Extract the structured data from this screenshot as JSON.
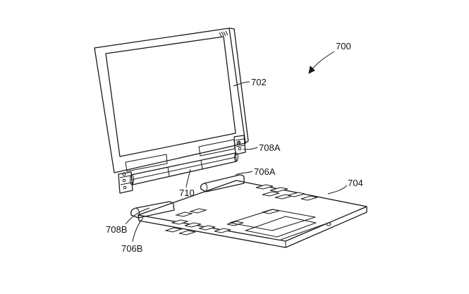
{
  "figure": {
    "ref_numerals": {
      "system": "700",
      "display": "702",
      "base": "704",
      "connector_a": "706A",
      "connector_b": "706B",
      "hinge_a": "708A",
      "hinge_b": "708B",
      "hinge_bar": "710"
    }
  }
}
